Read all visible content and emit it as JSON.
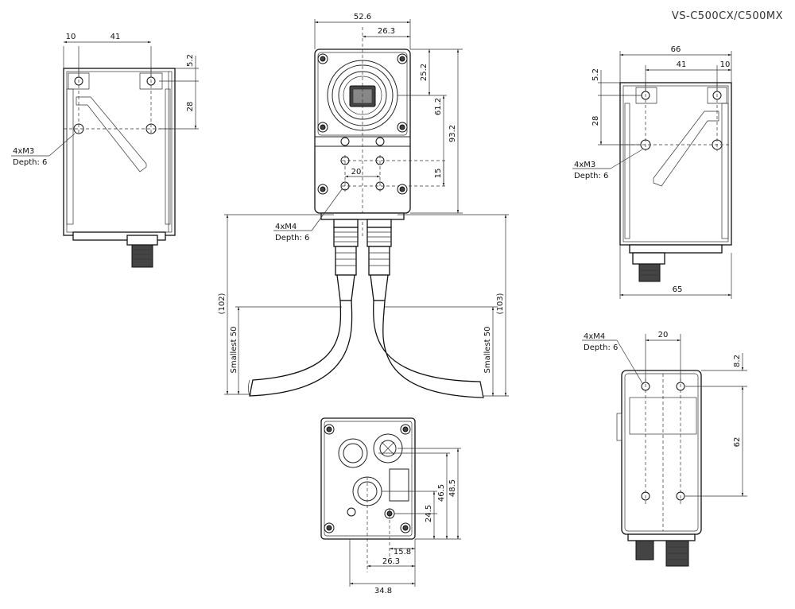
{
  "model": "VS-C500CX/C500MX",
  "left_view": {
    "dim_width_a": "10",
    "dim_width_b": "41",
    "dim_top": "5.2",
    "dim_spacing": "28",
    "hole_label": "4xM3",
    "hole_depth": "Depth: 6"
  },
  "front_view": {
    "dim_width": "52.6",
    "dim_offset": "26.3",
    "dim_lens": "25.2",
    "dim_lens_height": "61.2",
    "dim_total_height": "93.2",
    "dim_hole_spacing": "20",
    "dim_hole_bottom": "15",
    "hole_label": "4xM4",
    "hole_depth": "Depth: 6",
    "cable_left_length": "(102)",
    "cable_right_length": "(103)",
    "bend_radius_left": "Smallest 50",
    "bend_radius_right": "Smallest 50"
  },
  "right_view": {
    "dim_width_total": "66",
    "dim_width_b": "41",
    "dim_width_a": "10",
    "dim_top": "5.2",
    "dim_spacing": "28",
    "dim_bottom_width": "65",
    "hole_label": "4xM3",
    "hole_depth": "Depth: 6"
  },
  "bottom_view": {
    "dim_a": "46.5",
    "dim_b": "48.5",
    "dim_c": "24.5",
    "dim_d": "15.8",
    "dim_e": "26.3",
    "dim_f": "34.8"
  },
  "back_view": {
    "hole_label": "4xM4",
    "hole_depth": "Depth: 6",
    "dim_hole_spacing": "20",
    "dim_top": "8.2",
    "dim_height": "62"
  }
}
